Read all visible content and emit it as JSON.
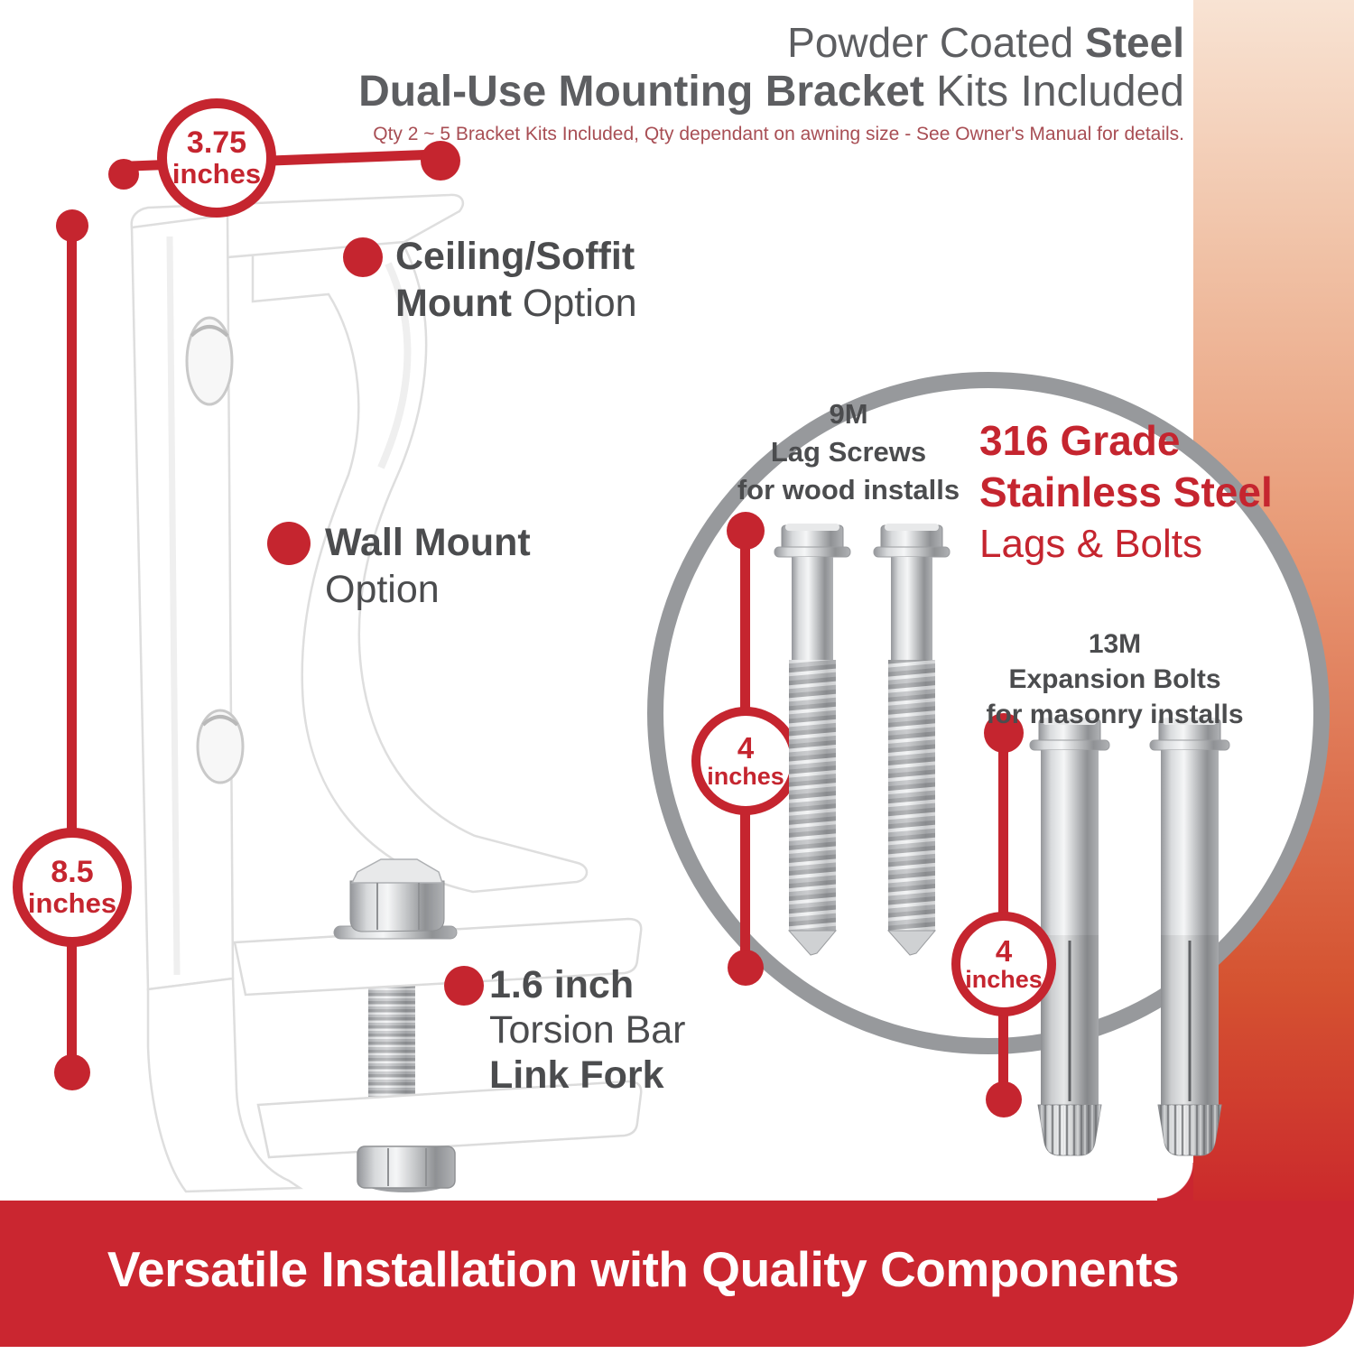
{
  "header": {
    "line1_regular": "Powder Coated ",
    "line1_bold": "Steel",
    "line2_bold": "Dual-Use Mounting Bracket",
    "line2_regular": " Kits Included",
    "note": "Qty 2 ~ 5 Bracket Kits Included, Qty dependant on awning size - See Owner's Manual for details."
  },
  "dimensions": {
    "width_badge": {
      "value": "3.75",
      "unit": "inches"
    },
    "height_badge": {
      "value": "8.5",
      "unit": "inches"
    },
    "lag_length_badge": {
      "value": "4",
      "unit": "inches"
    },
    "bolt_length_badge": {
      "value": "4",
      "unit": "inches"
    }
  },
  "callouts": {
    "ceiling": {
      "line1_bold": "Ceiling/Soffit",
      "line2_bold": "Mount",
      "line2_regular": " Option"
    },
    "wall": {
      "line1_bold": "Wall Mount",
      "line2_regular": "Option"
    },
    "fork": {
      "line1_bold": "1.6 inch",
      "line2_regular": "Torsion Bar",
      "line3_bold": "Link Fork"
    }
  },
  "hardware_panel": {
    "lag_screws": {
      "line1": "9M",
      "line2": "Lag Screws",
      "line3": "for wood installs"
    },
    "grade": {
      "line1_bold": "316 Grade",
      "line2_bold": "Stainless Steel",
      "line3_regular": "Lags & Bolts"
    },
    "expansion_bolts": {
      "line1": "13M",
      "line2": "Expansion Bolts",
      "line3": "for masonry installs"
    }
  },
  "footer": {
    "banner": "Versatile Installation with Quality Components"
  },
  "colors": {
    "accent_red": "#c5252f",
    "banner_red": "#ca2630",
    "muted_red": "#a84e54",
    "text_dark": "#4b4c4e",
    "header_gray": "#5d5e61",
    "ring_gray": "#97999c",
    "band_top": "#f8e3d3",
    "band_mid": "#e89a76",
    "band_deep": "#d55331",
    "band_red": "#cb2a2c"
  }
}
